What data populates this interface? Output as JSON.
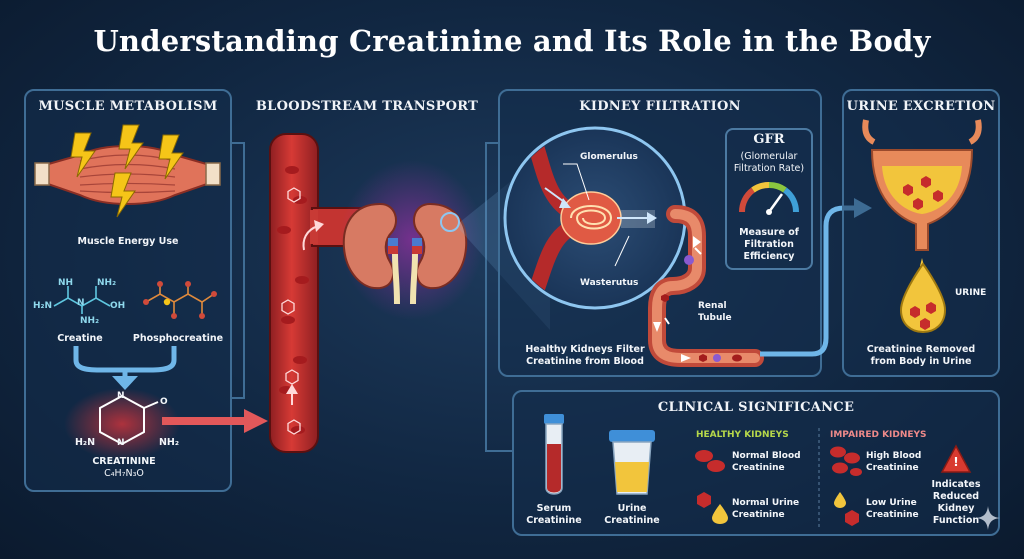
{
  "title": "Understanding Creatinine and Its Role in the Body",
  "muscle": {
    "title": "MUSCLE METABOLISM",
    "energy_label": "Muscle Energy Use",
    "creatine_label": "Creatine",
    "phosphocreatine_label": "Phosphocreatine",
    "creatinine_label": "CREATININE",
    "creatinine_formula": "C₄H₇N₃O",
    "nh2_left": "H₂N",
    "nh2_right": "NH₂",
    "mol_h2n": "H₂N",
    "mol_nh2_top": "NH₂",
    "mol_nh": "NH",
    "mol_oh": "OH",
    "mol_nh2_bottom": "NH₂",
    "mol_n": "N",
    "ring_n": "N",
    "ring_o": "O"
  },
  "bloodstream": {
    "title": "BLOODSTREAM TRANSPORT"
  },
  "kidney": {
    "title": "KIDNEY FILTRATION",
    "glomerulus": "Glomerulus",
    "wasterutus": "Wasterutus",
    "renal_tubule_1": "Renal",
    "renal_tubule_2": "Tubule",
    "caption_1": "Healthy Kidneys Filter",
    "caption_2": "Creatinine from Blood",
    "gfr_title": "GFR",
    "gfr_sub_1": "(Glomerular",
    "gfr_sub_2": "Filtration Rate)",
    "gfr_measure_1": "Measure of",
    "gfr_measure_2": "Filtration",
    "gfr_measure_3": "Efficiency"
  },
  "urine": {
    "title": "URINE EXCRETION",
    "drop_label": "URINE",
    "caption_1": "Creatinine Removed",
    "caption_2": "from Body in Urine"
  },
  "clinical": {
    "title": "CLINICAL SIGNIFICANCE",
    "serum_1": "Serum",
    "serum_2": "Creatinine",
    "urine_1": "Urine",
    "urine_2": "Creatinine",
    "healthy_title": "HEALTHY KIDNEYS",
    "healthy_blood_1": "Normal Blood",
    "healthy_blood_2": "Creatinine",
    "healthy_urine_1": "Normal Urine",
    "healthy_urine_2": "Creatinine",
    "impaired_title": "IMPAIRED KIDNEYS",
    "impaired_blood_1": "High Blood",
    "impaired_blood_2": "Creatinine",
    "impaired_urine_1": "Low Urine",
    "impaired_urine_2": "Creatinine",
    "warning_1": "Indicates",
    "warning_2": "Reduced",
    "warning_3": "Kidney",
    "warning_4": "Function",
    "warning_mark": "!"
  },
  "colors": {
    "blood": "#c62c2c",
    "muscle": "#e0735a",
    "bolt": "#f5c518",
    "urine": "#f2c53c",
    "panel_border": "#3f6d95",
    "accent_blue": "#5fa8e0"
  }
}
